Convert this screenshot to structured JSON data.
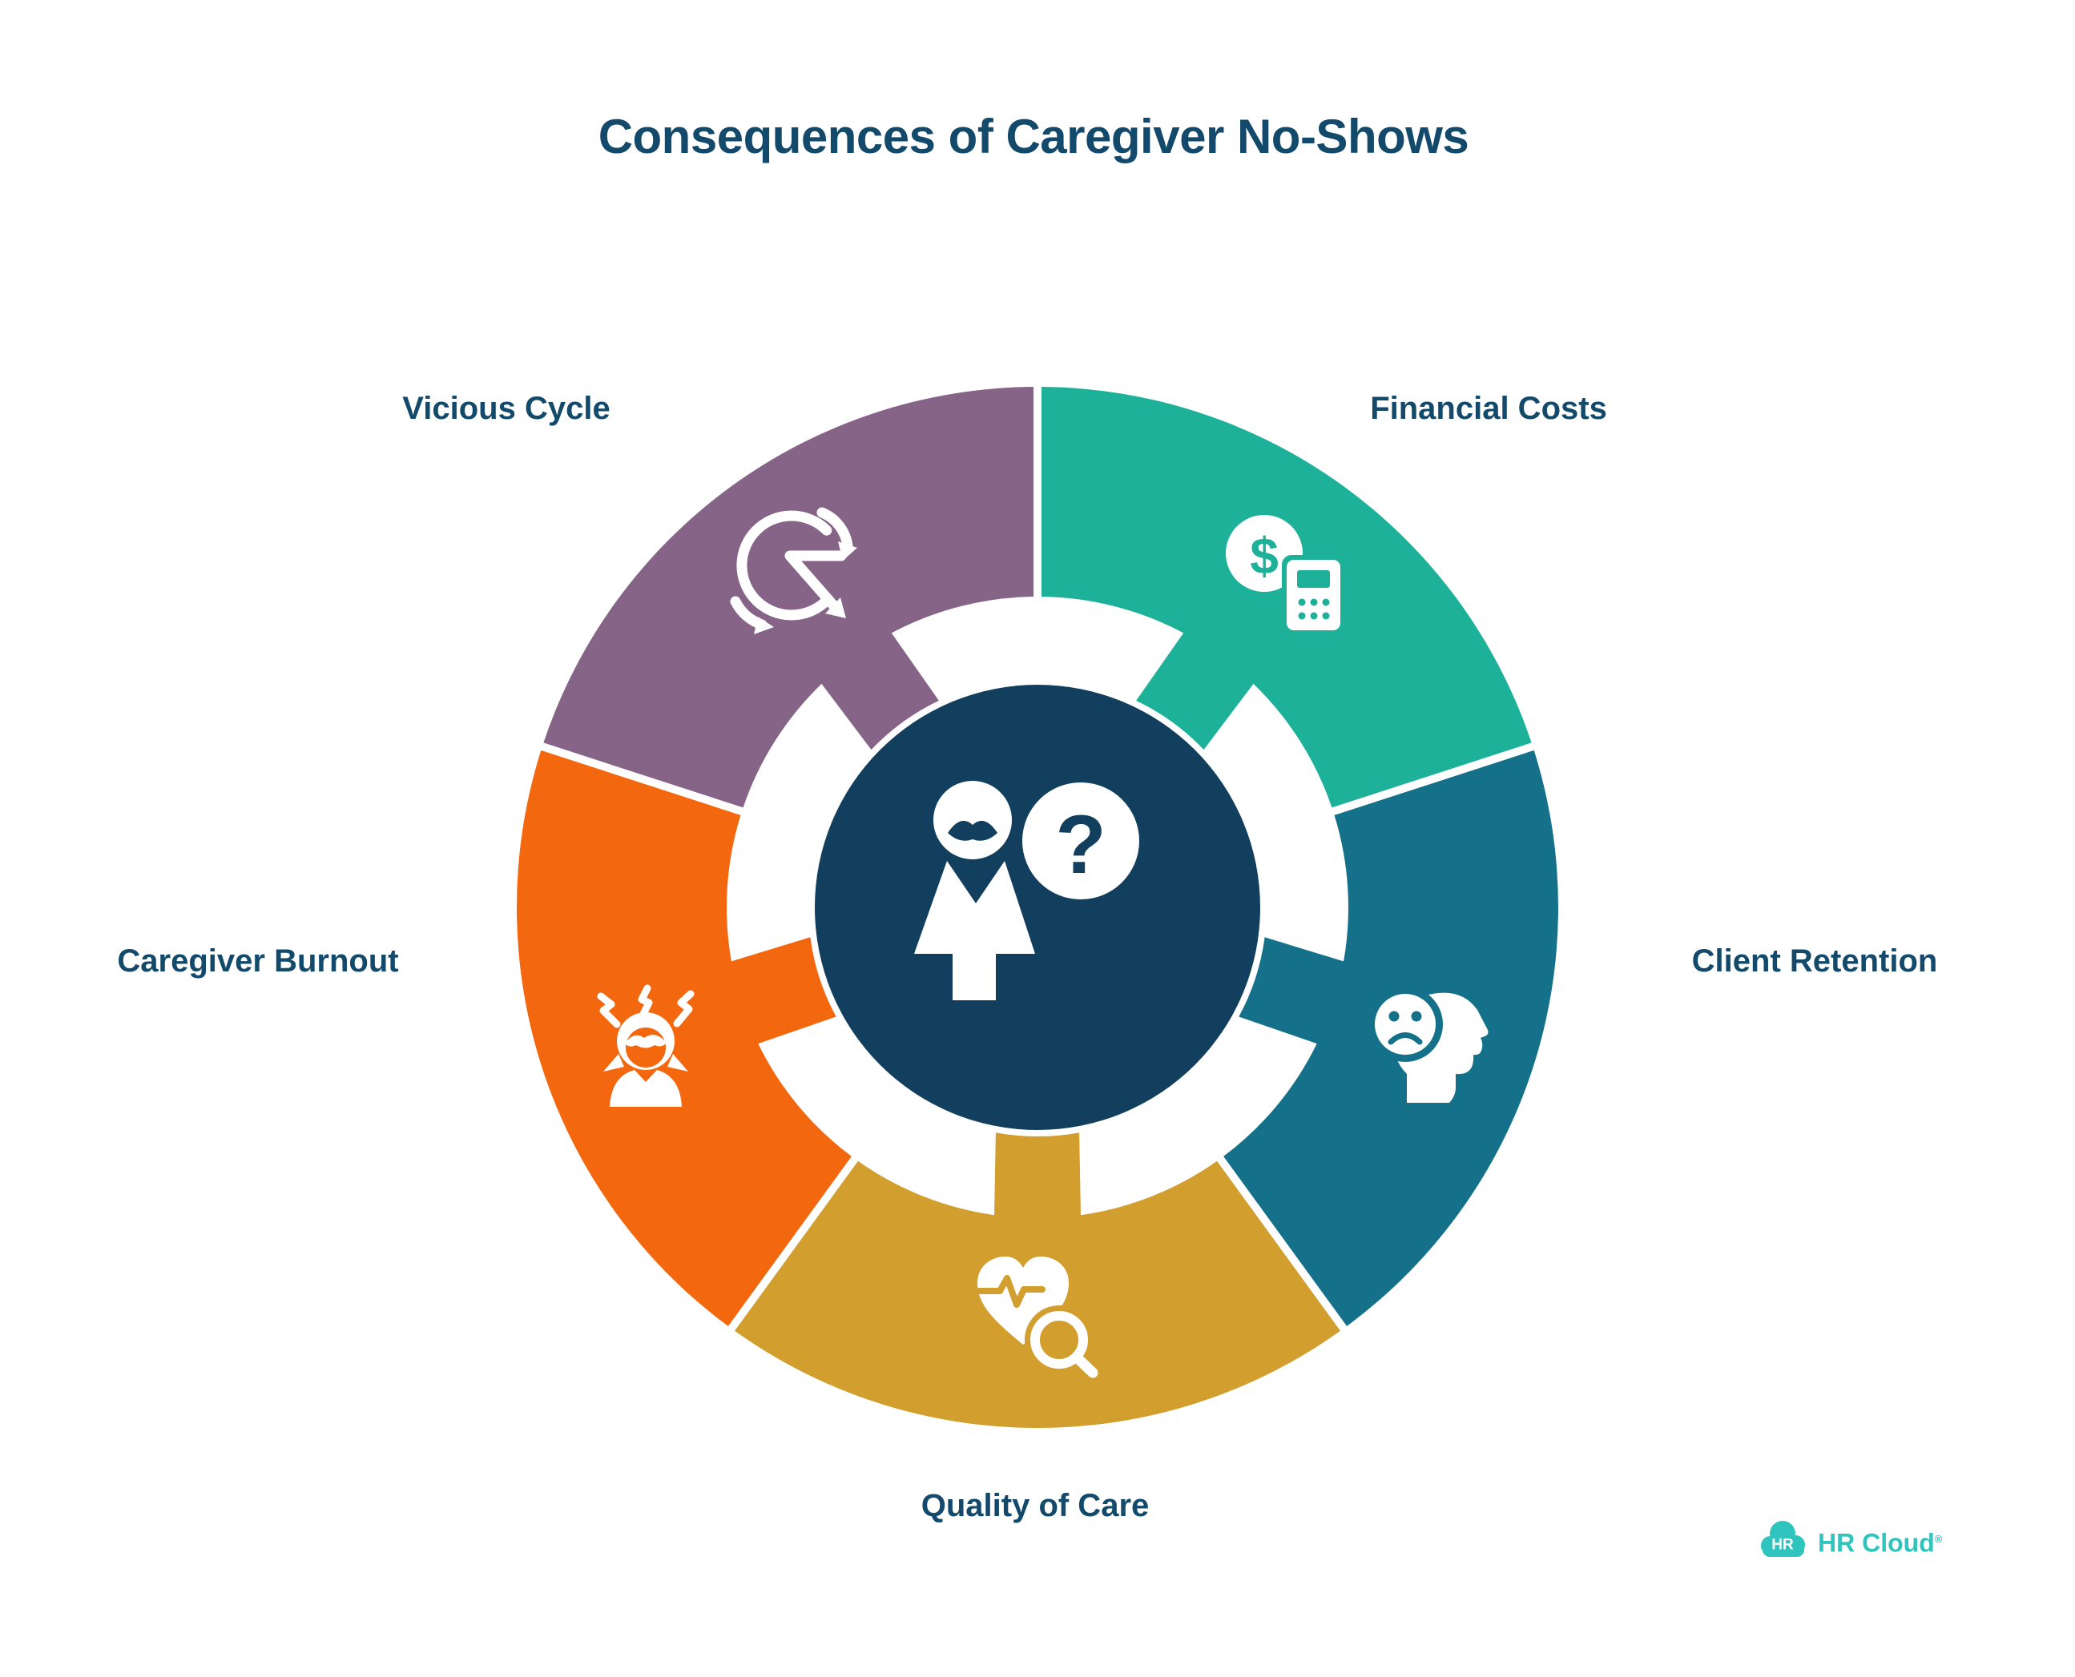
{
  "title": {
    "text": "Consequences of Caregiver No-Shows"
  },
  "colors": {
    "background": "#FFFFFF",
    "center_circle": "#123F5D",
    "text": "#134A6B",
    "icon_white": "#FFFFFF"
  },
  "center": {
    "icon": "caregiver-with-question-mark",
    "question_glyph": "?"
  },
  "segments": [
    {
      "id": "financial-costs",
      "label": "Financial Costs",
      "color": "#1DB199",
      "icon": "dollar-calculator-icon",
      "start_angle": 0,
      "end_angle": 72,
      "dollar_glyph": "$"
    },
    {
      "id": "client-retention",
      "label": "Client Retention",
      "color": "#15718A",
      "icon": "sad-client-head-icon",
      "start_angle": 72,
      "end_angle": 144
    },
    {
      "id": "quality-of-care",
      "label": "Quality of Care",
      "color": "#D29E2E",
      "icon": "heart-pulse-magnifier-icon",
      "start_angle": 144,
      "end_angle": 216
    },
    {
      "id": "caregiver-burnout",
      "label": "Caregiver Burnout",
      "color": "#F3670E",
      "icon": "stressed-person-icon",
      "start_angle": 216,
      "end_angle": 288
    },
    {
      "id": "vicious-cycle",
      "label": "Vicious Cycle",
      "color": "#866487",
      "icon": "cycle-arrows-icon",
      "start_angle": 288,
      "end_angle": 360
    }
  ],
  "logo": {
    "badge": "HR",
    "text": "HR Cloud",
    "registered_mark": "®",
    "color": "#2FC4BD"
  }
}
